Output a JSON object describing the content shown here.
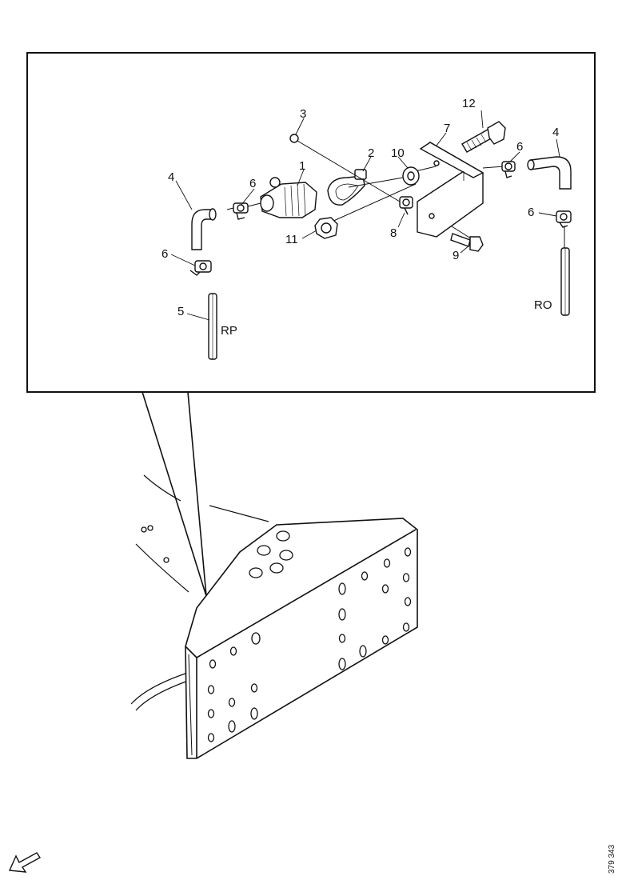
{
  "callouts": {
    "c1": "1",
    "c2": "2",
    "c3": "3",
    "c4a": "4",
    "c4b": "4",
    "c5": "5",
    "c6a": "6",
    "c6b": "6",
    "c6c": "6",
    "c6d": "6",
    "c7": "7",
    "c8": "8",
    "c9": "9",
    "c10": "10",
    "c11": "11",
    "c12": "12"
  },
  "hose_labels": {
    "rp": "RP",
    "ro": "RO"
  },
  "drawing_code": "379 343",
  "icons": {
    "direction": "arrow-left-down-icon"
  }
}
